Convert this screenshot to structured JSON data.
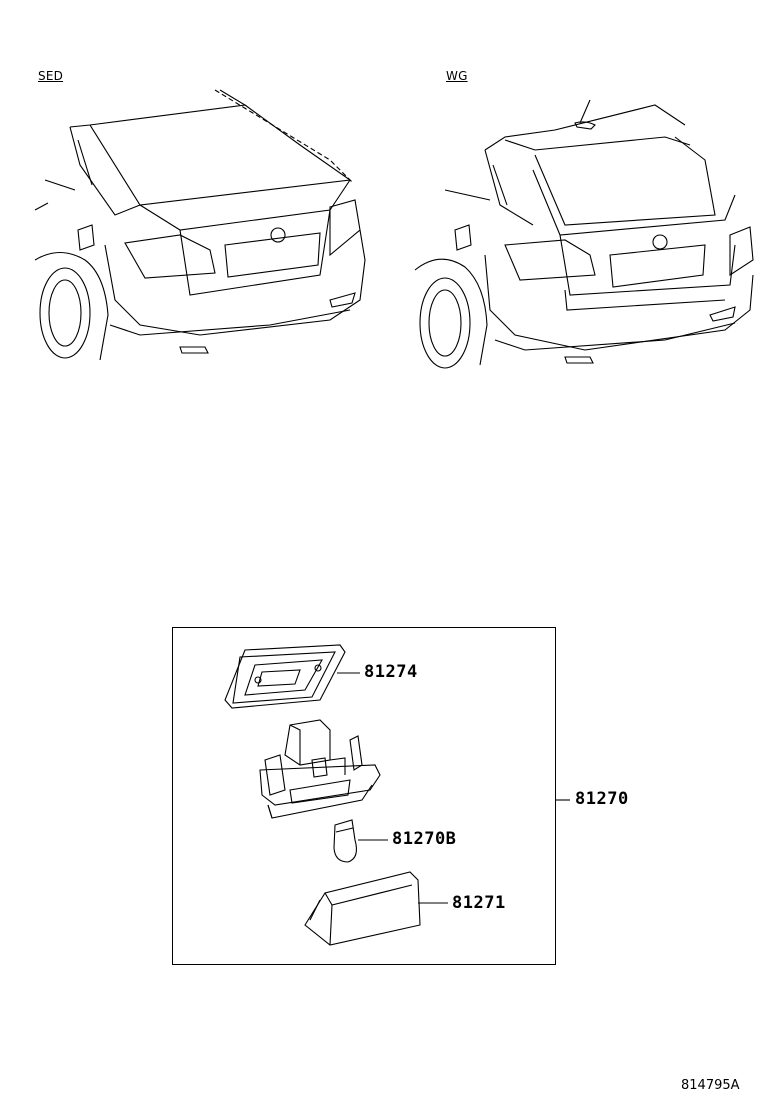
{
  "variants": {
    "sedan_label": "SED",
    "wagon_label": "WG"
  },
  "parts": {
    "cover_number": "81274",
    "lamp_assembly_number": "81270",
    "bulb_number": "81270B",
    "lens_number": "81271"
  },
  "diagram_code": "814795A"
}
